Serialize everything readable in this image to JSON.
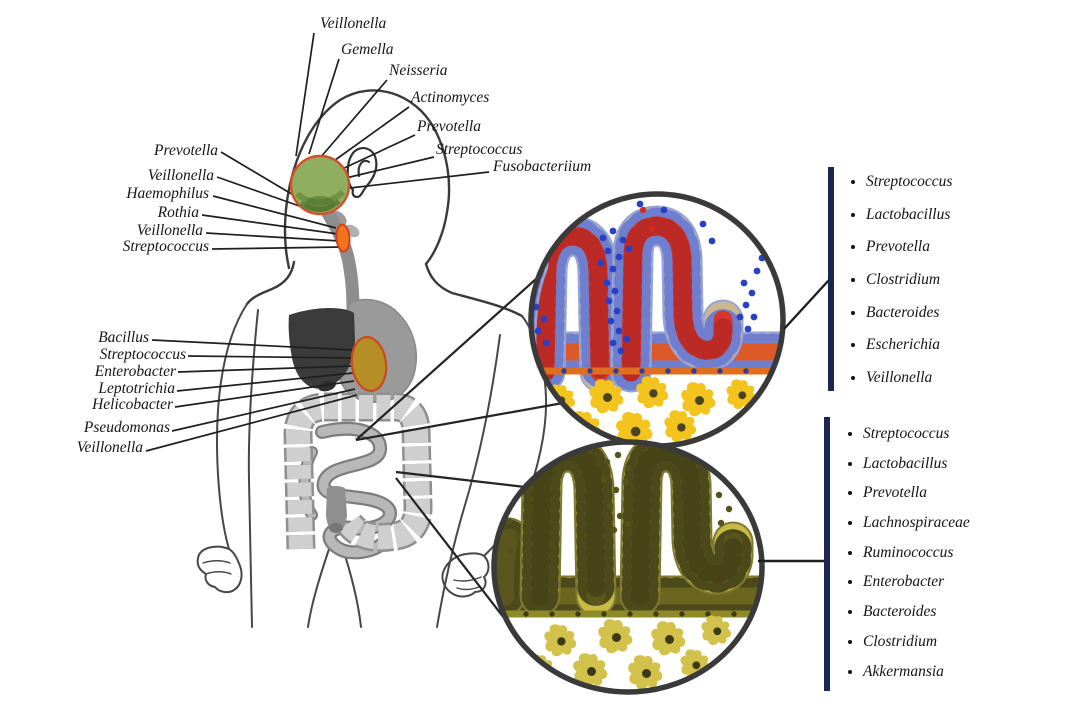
{
  "figure": {
    "type": "human-microbiome-anatomy-diagram",
    "background": "#ffffff"
  },
  "labels": {
    "oral": [
      "Veillonella",
      "Gemella",
      "Neisseria",
      "Actinomyces",
      "Prevotella",
      "Streptococcus",
      "Fusobacteriium"
    ],
    "oropharynx": [
      "Prevotella",
      "Veillonella",
      "Haemophilus",
      "Rothia",
      "Veillonella",
      "Streptococcus"
    ],
    "stomach": [
      "Bacillus",
      "Streptococcus",
      "Enterobacter",
      "Leptotrichia",
      "Helicobacter",
      "Pseudomonas",
      "Veillonella"
    ]
  },
  "lists": {
    "small_intestine": {
      "items": [
        "Streptococcus",
        "Lactobacillus",
        "Prevotella",
        "Clostridium",
        "Bacteroides",
        "Escherichia",
        "Veillonella"
      ]
    },
    "large_intestine": {
      "items": [
        "Streptococcus",
        "Lactobacillus",
        "Prevotella",
        "Lachnospiraceae",
        "Ruminococcus",
        "Enterobacter",
        "Bacteroides",
        "Clostridium",
        "Akkermansia"
      ]
    }
  },
  "icons": {
    "mouth_site": "green-circle-site-marker",
    "throat_site": "orange-oval-site-marker",
    "stomach_site": "olive-oval-site-marker",
    "inset_small": "small-intestine-villi-magnified",
    "inset_large": "large-intestine-villi-magnified"
  },
  "colors": {
    "oral_site_green": "#8fae5f",
    "throat_site_orange": "#f4731f",
    "stomach_site_olive": "#b58e25",
    "site_border_red": "#d4502a",
    "villi_core_red": "#d8352c",
    "epithelium_tan": "#cdb88d",
    "bacteria_blue": "#2940c4",
    "membrane_orange": "#df6f1e",
    "immune_yellow": "#f2c41d",
    "villi_core_olive": "#5a561e",
    "epithelium_olive": "#c9b945",
    "bacteria_olive": "#55521c",
    "list_bar_navy": "#1b2750",
    "line_black": "#1f1f1f",
    "organ_dark_gray": "#3b3b3b",
    "organ_gray": "#9a9a9a"
  }
}
